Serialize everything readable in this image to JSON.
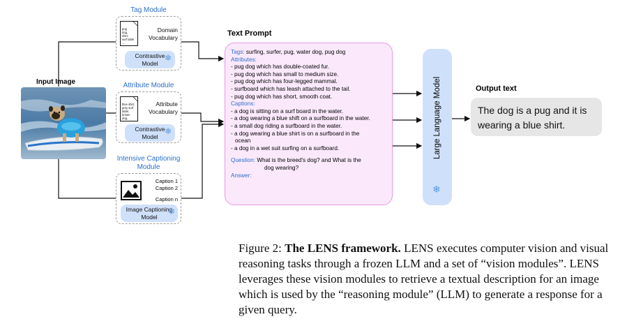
{
  "input": {
    "label": "Input Image"
  },
  "modules": {
    "tag": {
      "title": "Tag Module",
      "doc_text": "pug\ndog,\nshirt,\nsurf table\n...",
      "vocab_line1": "Domain",
      "vocab_line2": "Vocabulary",
      "model_line1": "Contrastive",
      "model_line2": "Model"
    },
    "attribute": {
      "title": "Attribute Module",
      "doc_text": "blue shirt,\ngrey surf\ntable,\nbrown dog,\n...",
      "vocab_line1": "Attribute",
      "vocab_line2": "Vocabulary",
      "model_line1": "Contrastive",
      "model_line2": "Model"
    },
    "captioning": {
      "title_line1": "Intensive Captioning",
      "title_line2": "Module",
      "caption1": "Caption 1",
      "caption2": "Caption 2",
      "captionN": "Caption n",
      "model_line1": "Image Captioning",
      "model_line2": "Model"
    }
  },
  "prompt": {
    "title": "Text Prompt",
    "tags_label": "Tags:",
    "tags_value": " surfing, surfer, pug, water dog, pug dog",
    "attributes_label": "Attributes:",
    "attributes": [
      "- pug dog which has double-coated fur.",
      "- pug dog which has small to medium size.",
      "- pug dog which has four-legged mammal.",
      "- surfboard which has leash attached to the tail.",
      "- pug dog which has short, smooth coat."
    ],
    "captions_label": "Captions:",
    "captions": [
      "- a dog is sitting on a surf board in the water.",
      "- a dog wearing a blue shift on a surfboard in the water.",
      "- a small dog riding a surfboard in the water.",
      "- a dog wearing a blue shirt is on a surfboard in the",
      "  ocean",
      "- a dog in a wet suit surfing on a surfboard."
    ],
    "question_label": "Question:",
    "question_line1": " What is the breed's dog? and What is the",
    "question_line2": "dog wearing?",
    "answer_label": "Answer:"
  },
  "llm": {
    "label": "Large Language Model"
  },
  "output": {
    "title": "Output text",
    "text": "The dog is a pug and it is wearing a blue shirt."
  },
  "figure_caption": {
    "prefix": "Figure 2: ",
    "bold": "The LENS framework.",
    "body": " LENS executes computer vision and visual reasoning tasks through a frozen LLM and a set of “vision modules”. LENS leverages these vision modules to retrieve a textual description for an image which is used by the “reasoning module” (LLM) to generate a response for a given query."
  },
  "colors": {
    "accent_blue": "#2b6fc7",
    "pill_blue": "#cfe0fa",
    "prompt_fill": "#fbe9fb",
    "prompt_border": "#e596e2",
    "output_fill": "#e6e6e6"
  }
}
